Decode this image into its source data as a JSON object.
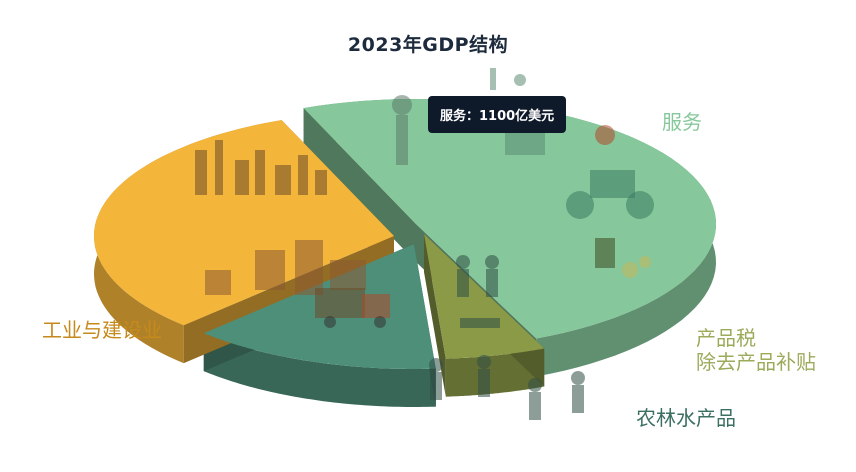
{
  "chart_data": {
    "type": "pie",
    "title": "2023年GDP结构",
    "series": [
      {
        "name": "服务",
        "value": 1100,
        "color": "#86c89b",
        "label_color": "#86c89b"
      },
      {
        "name": "产品税\n除去产品补贴",
        "value": 120,
        "color": "#8b9a47",
        "label_color": "#9aab5a"
      },
      {
        "name": "农林水产品",
        "value": 300,
        "color": "#4e8f7a",
        "label_color": "#3b6f62"
      },
      {
        "name": "工业与建设业",
        "value": 700,
        "color": "#f3b53a",
        "label_color": "#c68a1c"
      }
    ],
    "tooltip": {
      "label": "服务：1100亿美元"
    }
  }
}
